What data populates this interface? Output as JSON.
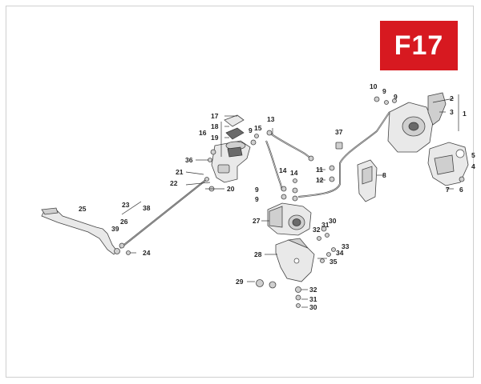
{
  "diagram": {
    "section_code": "F17",
    "colors": {
      "badge": "#d71920",
      "frame": "#cfcfcf"
    }
  },
  "callouts": [
    {
      "id": "1",
      "text": "1"
    },
    {
      "id": "2",
      "text": "2"
    },
    {
      "id": "3",
      "text": "3"
    },
    {
      "id": "4",
      "text": "4"
    },
    {
      "id": "5",
      "text": "5"
    },
    {
      "id": "6",
      "text": "6"
    },
    {
      "id": "7",
      "text": "7"
    },
    {
      "id": "8",
      "text": "8"
    },
    {
      "id": "9a",
      "text": "9"
    },
    {
      "id": "9b",
      "text": "9"
    },
    {
      "id": "9c",
      "text": "9"
    },
    {
      "id": "9d",
      "text": "9"
    },
    {
      "id": "9e",
      "text": "9"
    },
    {
      "id": "10",
      "text": "10"
    },
    {
      "id": "11",
      "text": "11"
    },
    {
      "id": "12",
      "text": "12"
    },
    {
      "id": "13",
      "text": "13"
    },
    {
      "id": "14a",
      "text": "14"
    },
    {
      "id": "14b",
      "text": "14"
    },
    {
      "id": "15",
      "text": "15"
    },
    {
      "id": "16",
      "text": "16"
    },
    {
      "id": "17",
      "text": "17"
    },
    {
      "id": "18",
      "text": "18"
    },
    {
      "id": "19",
      "text": "19"
    },
    {
      "id": "20",
      "text": "20"
    },
    {
      "id": "21",
      "text": "21"
    },
    {
      "id": "22",
      "text": "22"
    },
    {
      "id": "23",
      "text": "23"
    },
    {
      "id": "24",
      "text": "24"
    },
    {
      "id": "25",
      "text": "25"
    },
    {
      "id": "26",
      "text": "26"
    },
    {
      "id": "27",
      "text": "27"
    },
    {
      "id": "28",
      "text": "28"
    },
    {
      "id": "29",
      "text": "29"
    },
    {
      "id": "30a",
      "text": "30"
    },
    {
      "id": "30b",
      "text": "30"
    },
    {
      "id": "31a",
      "text": "31"
    },
    {
      "id": "31b",
      "text": "31"
    },
    {
      "id": "32a",
      "text": "32"
    },
    {
      "id": "32b",
      "text": "32"
    },
    {
      "id": "33",
      "text": "33"
    },
    {
      "id": "34",
      "text": "34"
    },
    {
      "id": "35",
      "text": "35"
    },
    {
      "id": "36",
      "text": "36"
    },
    {
      "id": "37",
      "text": "37"
    },
    {
      "id": "38",
      "text": "38"
    },
    {
      "id": "39",
      "text": "39"
    }
  ]
}
